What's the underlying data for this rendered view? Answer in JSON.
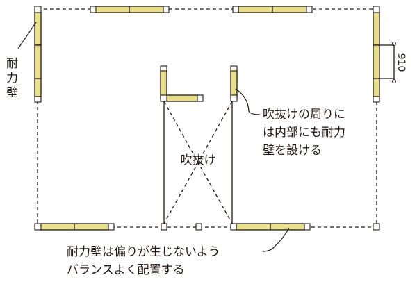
{
  "labels": {
    "bearing_wall": "耐力壁",
    "void_space": "吹抜け",
    "note_void_line1": "吹抜けの周りに",
    "note_void_line2": "は内部にも耐力",
    "note_void_line3": "壁を設ける",
    "note_balance_line1": "耐力壁は偏りが生じないよう",
    "note_balance_line2": "バランスよく配置する",
    "dimension": "910"
  },
  "colors": {
    "wall_fill": "#e8e08a",
    "line": "#231815"
  }
}
